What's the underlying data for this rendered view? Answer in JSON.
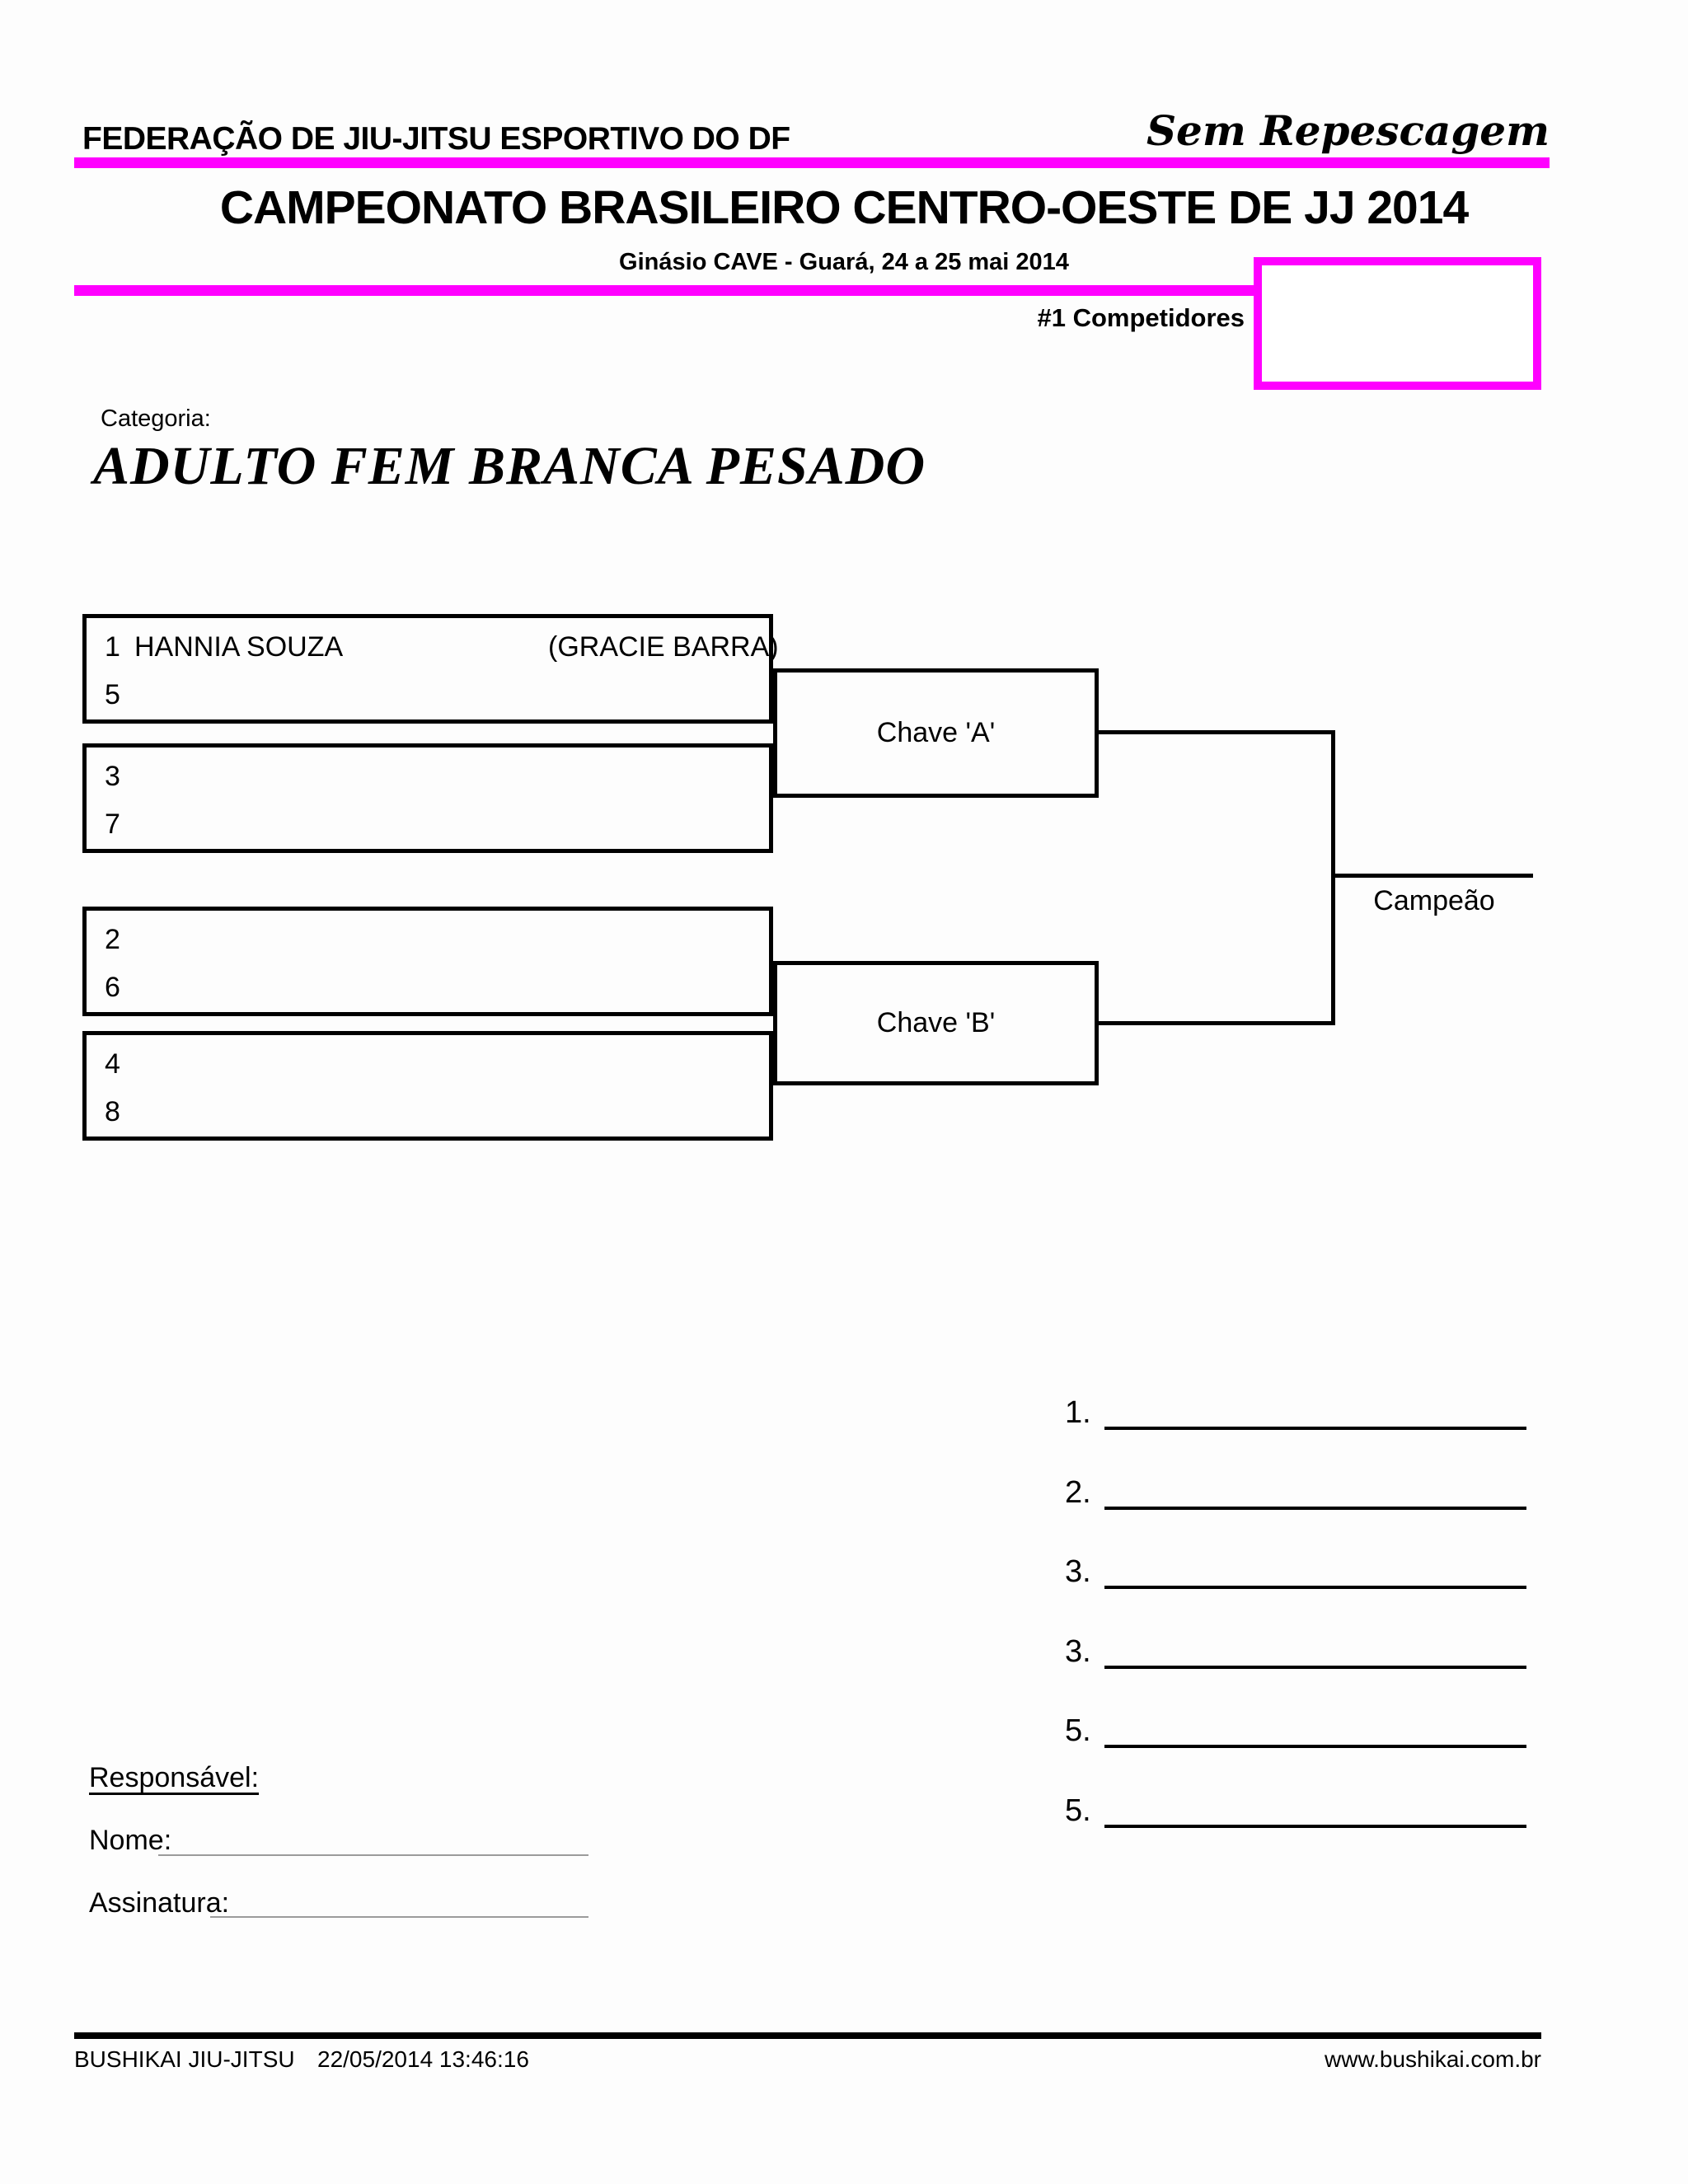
{
  "header": {
    "federation": "FEDERAÇÃO DE JIU-JITSU ESPORTIVO DO DF",
    "bracket_type": "Sem Repescagem",
    "title": "CAMPEONATO BRASILEIRO CENTRO-OESTE DE JJ 2014",
    "subtitle": "Ginásio CAVE - Guará, 24 a 25 mai 2014",
    "competitors_label": "#1 Competidores"
  },
  "category": {
    "label": "Categoria:",
    "name": "ADULTO FEM BRANCA PESADO"
  },
  "bracket": {
    "boxes": [
      {
        "slots": [
          {
            "seed": "1",
            "name": "HANNIA SOUZA",
            "team": "(GRACIE BARRA)"
          },
          {
            "seed": "5",
            "name": "",
            "team": ""
          }
        ]
      },
      {
        "slots": [
          {
            "seed": "3",
            "name": "",
            "team": ""
          },
          {
            "seed": "7",
            "name": "",
            "team": ""
          }
        ]
      },
      {
        "slots": [
          {
            "seed": "2",
            "name": "",
            "team": ""
          },
          {
            "seed": "6",
            "name": "",
            "team": ""
          }
        ]
      },
      {
        "slots": [
          {
            "seed": "4",
            "name": "",
            "team": ""
          },
          {
            "seed": "8",
            "name": "",
            "team": ""
          }
        ]
      }
    ],
    "semifinals": [
      {
        "label": "Chave 'A'"
      },
      {
        "label": "Chave 'B'"
      }
    ],
    "champion_label": "Campeão"
  },
  "placements": [
    "1.",
    "2.",
    "3.",
    "3.",
    "5.",
    "5."
  ],
  "signature": {
    "responsible_label": "Responsável:",
    "name_label": "Nome:",
    "signature_label": "Assinatura:"
  },
  "footer": {
    "organization": "BUSHIKAI JIU-JITSU",
    "timestamp": "22/05/2014 13:46:16",
    "website": "www.bushikai.com.br"
  },
  "colors": {
    "accent": "#FF00FF",
    "line": "#000000"
  }
}
